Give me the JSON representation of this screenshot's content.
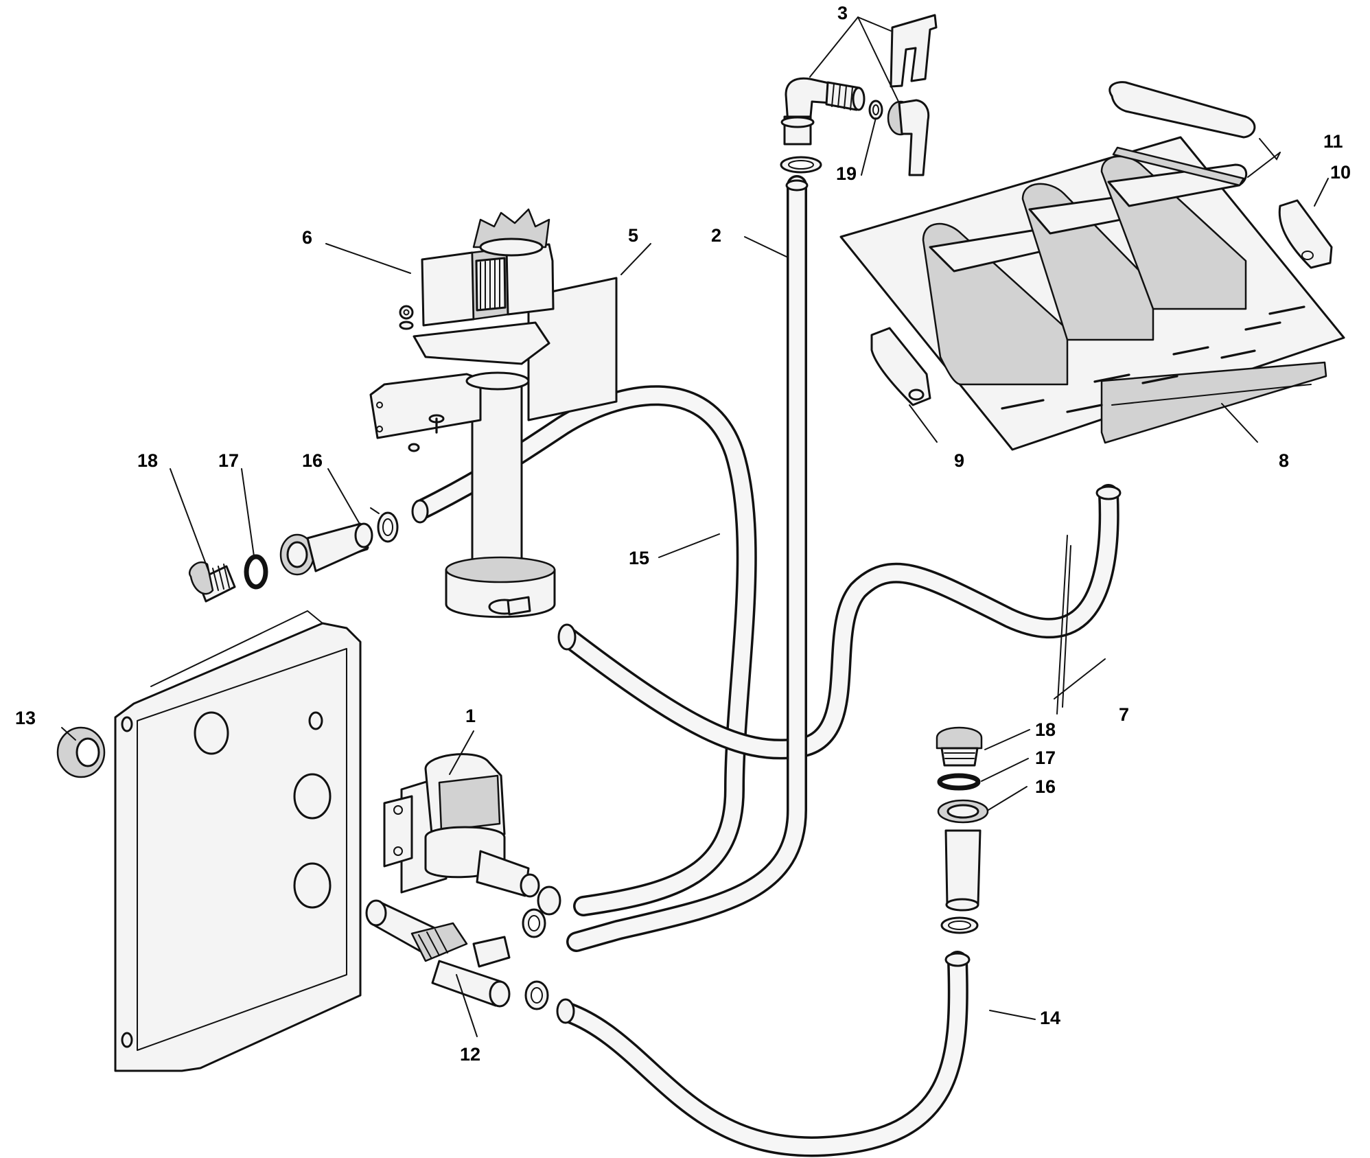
{
  "callouts": {
    "c1": "1",
    "c2": "2",
    "c3": "3",
    "c5": "5",
    "c6": "6",
    "c7": "7",
    "c8": "8",
    "c9": "9",
    "c10": "10",
    "c11": "11",
    "c12": "12",
    "c13": "13",
    "c14": "14",
    "c15": "15",
    "c16_left": "16",
    "c17_left": "17",
    "c18_left": "18",
    "c16_right": "16",
    "c17_right": "17",
    "c18_right": "18",
    "c19": "19"
  }
}
